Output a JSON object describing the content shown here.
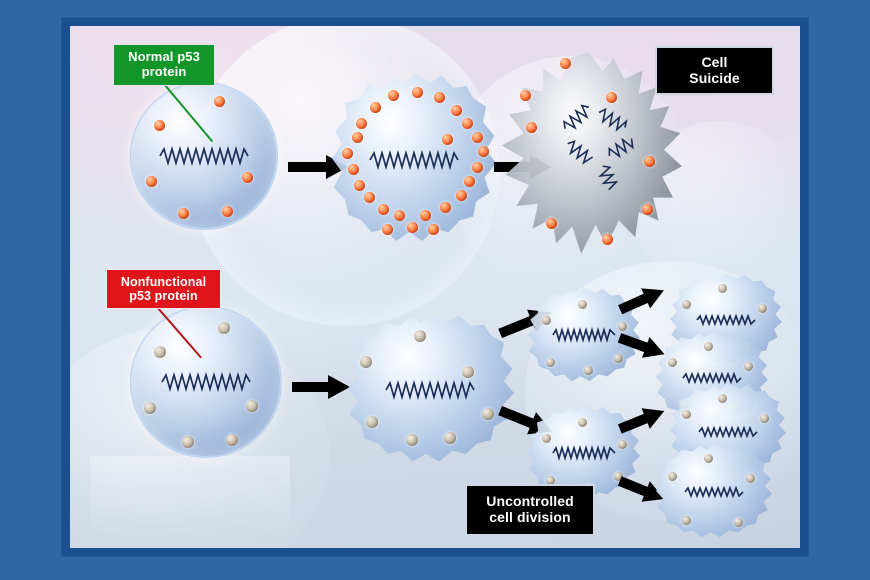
{
  "diagram": {
    "title": "p53 protein pathway: apoptosis versus uncontrolled cell division",
    "colors": {
      "frame_outer": "#2f66a5",
      "frame_inner": "#1c4f8f",
      "normal_label_bg": "#12962a",
      "mutant_label_bg": "#e0151b",
      "outcome_label_bg": "#000000",
      "normal_protein_dot": "#f4511e",
      "mutant_protein_dot": "#a89e8d",
      "dna_strand": "#1b2c55",
      "arrow": "#000000",
      "healthy_cell": "#b9cde9",
      "dying_cell": "#8c939c"
    }
  },
  "labels": {
    "normal_protein": {
      "line1": "Normal p53",
      "line2": "protein",
      "text": "Normal p53 protein"
    },
    "nonfunctional_protein": {
      "line1": "Nonfunctional",
      "line2": "p53 protein",
      "text": "Nonfunctional p53 protein"
    },
    "cell_suicide": {
      "line1": "Cell",
      "line2": "Suicide",
      "text": "Cell Suicide"
    },
    "uncontrolled_division": {
      "line1": "Uncontrolled",
      "line2": "cell division",
      "text": "Uncontrolled cell division"
    }
  },
  "top_pathway": {
    "name": "normal-p53-apoptosis-pathway",
    "stages": [
      {
        "id": "healthy-cell-normal-p53",
        "shape": "round",
        "protein_type": "normal",
        "protein_count": 6,
        "dna_state": "intact"
      },
      {
        "id": "stressed-cell-p53-accumulation",
        "shape": "blob",
        "protein_type": "normal",
        "protein_count": 25,
        "dna_state": "intact"
      },
      {
        "id": "apoptotic-cell",
        "shape": "dying",
        "protein_type": "normal",
        "protein_count": 8,
        "dna_state": "fragmented"
      }
    ]
  },
  "bottom_pathway": {
    "name": "mutant-p53-proliferation-pathway",
    "stages": [
      {
        "id": "healthy-cell-mutant-p53",
        "shape": "round",
        "protein_type": "mutant",
        "protein_count": 6,
        "dna_state": "intact"
      },
      {
        "id": "damaged-cell-mutant-p53",
        "shape": "blob",
        "protein_type": "mutant",
        "protein_count": 7,
        "dna_state": "intact"
      },
      {
        "id": "daughter-cell-upper",
        "shape": "blob",
        "protein_type": "mutant",
        "protein_count": 6,
        "dna_state": "intact"
      },
      {
        "id": "daughter-cell-lower",
        "shape": "blob",
        "protein_type": "mutant",
        "protein_count": 6,
        "dna_state": "intact"
      },
      {
        "id": "tumour-cell-1",
        "shape": "blob",
        "protein_type": "mutant",
        "protein_count": 5,
        "dna_state": "intact"
      },
      {
        "id": "tumour-cell-2",
        "shape": "blob",
        "protein_type": "mutant",
        "protein_count": 5,
        "dna_state": "intact"
      },
      {
        "id": "tumour-cell-3",
        "shape": "blob",
        "protein_type": "mutant",
        "protein_count": 5,
        "dna_state": "intact"
      },
      {
        "id": "tumour-cell-4",
        "shape": "blob",
        "protein_type": "mutant",
        "protein_count": 5,
        "dna_state": "intact"
      }
    ]
  },
  "arrows": [
    {
      "id": "arrow-top-1",
      "direction": "right"
    },
    {
      "id": "arrow-top-2",
      "direction": "right"
    },
    {
      "id": "arrow-bottom-1",
      "direction": "right"
    },
    {
      "id": "arrow-bottom-2",
      "direction": "up-right"
    },
    {
      "id": "arrow-bottom-3",
      "direction": "down-right"
    },
    {
      "id": "arrow-division-1",
      "direction": "up-right"
    },
    {
      "id": "arrow-division-2",
      "direction": "down-right"
    },
    {
      "id": "arrow-division-3",
      "direction": "up-right"
    },
    {
      "id": "arrow-division-4",
      "direction": "down-right"
    }
  ]
}
